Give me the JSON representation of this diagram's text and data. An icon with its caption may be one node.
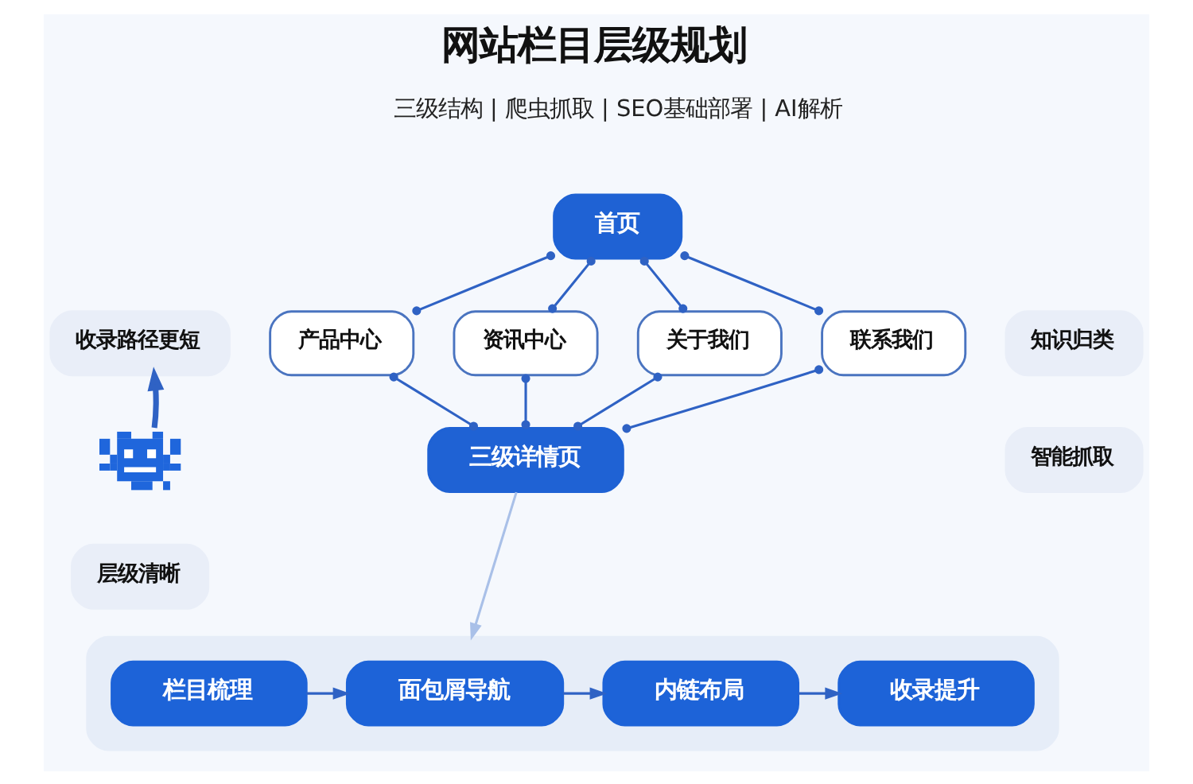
{
  "diagram": {
    "title": "网站栏目层级规划",
    "nodes": [
      {
        "text": [
          "首页"
        ]
      },
      {
        "text": [
          "产品中心"
        ]
      },
      {
        "text": [
          "资讯中心"
        ]
      },
      {
        "text": [
          "关于我们"
        ]
      },
      {
        "text": [
          "联系我们"
        ]
      },
      {
        "text": [
          "三级详情页"
        ]
      },
      {
        "text": [],
        "shape": "box"
      },
      {
        "text": [
          "栏目梳理"
        ],
        "in": 6
      },
      {
        "text": [
          "面包屑导航"
        ],
        "in": 6
      },
      {
        "text": [
          "内链布局"
        ],
        "in": 6
      },
      {
        "text": [
          "收录提升"
        ],
        "in": 6
      },
      {
        "text": [
          "收录路径更短"
        ]
      },
      {
        "text": [],
        "shape": "picture"
      },
      {
        "text": [
          "层级清晰"
        ]
      },
      {
        "text": [
          "知识归类"
        ]
      },
      {
        "text": [
          "智能抓取"
        ]
      }
    ],
    "edges": [
      {
        "from": 0,
        "to": 1,
        "arrow": "other"
      },
      {
        "from": 0,
        "to": 2,
        "arrow": "other"
      },
      {
        "from": 0,
        "to": 3,
        "arrow": "other"
      },
      {
        "from": 0,
        "to": 4,
        "arrow": "other"
      },
      {
        "from": 1,
        "to": 5,
        "arrow": "other"
      },
      {
        "from": 2,
        "to": 5,
        "arrow": "other"
      },
      {
        "from": 3,
        "to": 5,
        "arrow": "other"
      },
      {
        "from": 4,
        "to": 5,
        "arrow": "other"
      },
      {
        "from": 5,
        "to": 6,
        "arrow": "to",
        "color": "#a9c0e8"
      },
      {
        "from": 7,
        "to": 8,
        "arrow": "to"
      },
      {
        "from": 8,
        "to": 9,
        "arrow": "to"
      },
      {
        "from": 9,
        "to": 10,
        "arrow": "to"
      },
      {
        "from": 12,
        "to": 11,
        "arrow": "to",
        "style": "thick"
      }
    ],
    "labels": [
      "三级结构 | 爬虫抓取 | SEO基础部署 | AI解析"
    ]
  }
}
